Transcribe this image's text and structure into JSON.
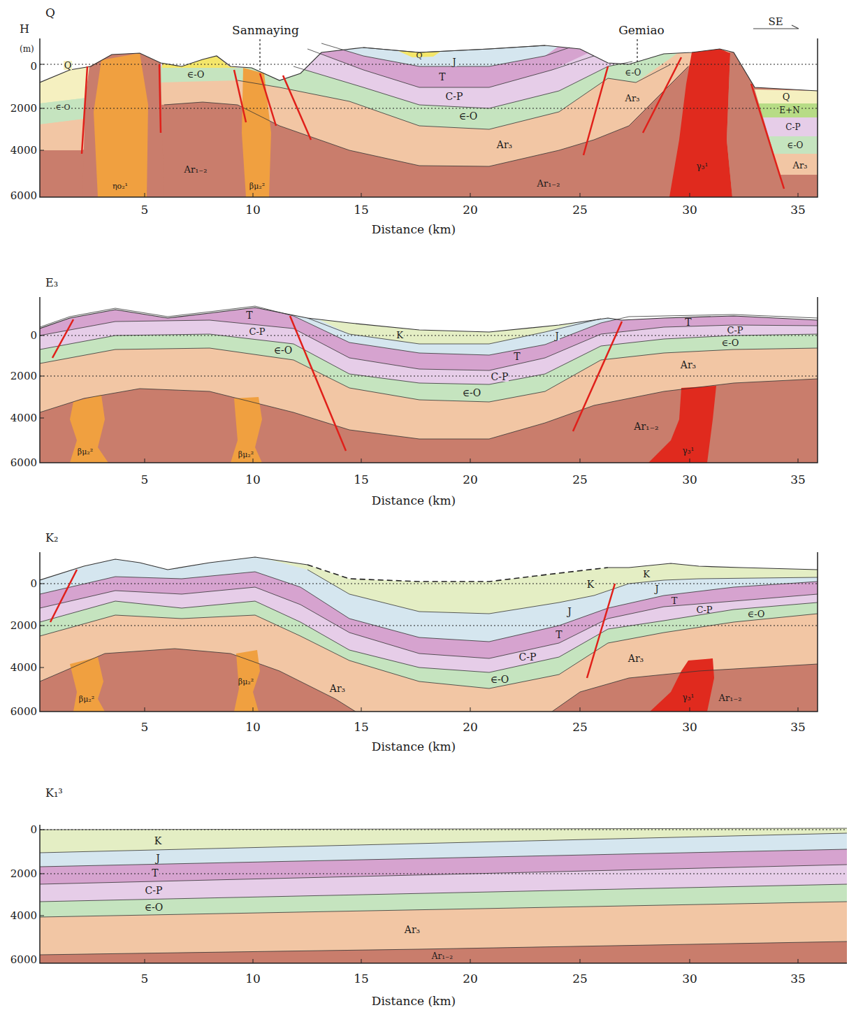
{
  "diagram": {
    "labels": [
      "Q",
      "H",
      "(m)",
      "0",
      "2000",
      "4000",
      "6000",
      "5",
      "10",
      "15",
      "20",
      "25",
      "30",
      "35",
      "Distance (km)",
      "Sanmaying",
      "Gemiao",
      "SE",
      "Q",
      "∈-O",
      "∈-O",
      "Ar₁₋₂",
      "ηo₂¹",
      "βμ₂²",
      "Q",
      "J",
      "T",
      "C-P",
      "∈-O",
      "Ar₃",
      "Ar₁₋₂",
      "∈-O",
      "Ar₃",
      "γ₃¹",
      "Q",
      "E+N",
      "C-P",
      "∈-O",
      "Ar₃",
      "E₃",
      "0",
      "2000",
      "4000",
      "6000",
      "5",
      "10",
      "15",
      "20",
      "25",
      "30",
      "35",
      "Distance (km)",
      "T",
      "C-P",
      "∈-O",
      "K",
      "J",
      "T",
      "C-P",
      "∈-O",
      "T",
      "C-P",
      "∈-O",
      "Ar₃",
      "Ar₁₋₂",
      "βμ₂²",
      "βμ₂²",
      "γ₃¹",
      "K₂",
      "0",
      "2000",
      "4000",
      "6000",
      "5",
      "10",
      "15",
      "20",
      "25",
      "30",
      "35",
      "Distance (km)",
      "βμ₂²",
      "βμ₂²",
      "Ar₃",
      "K",
      "K",
      "J",
      "J",
      "T",
      "T",
      "C-P",
      "C-P",
      "∈-O",
      "∈-O",
      "Ar₃",
      "γ₃¹",
      "Ar₁₋₂",
      "K₁³",
      "0",
      "2000",
      "4000",
      "6000",
      "5",
      "10",
      "15",
      "20",
      "25",
      "30",
      "35",
      "Distance (km)",
      "K",
      "J",
      "T",
      "C-P",
      "∈-O",
      "Ar₃",
      "Ar₁₋₂"
    ]
  }
}
